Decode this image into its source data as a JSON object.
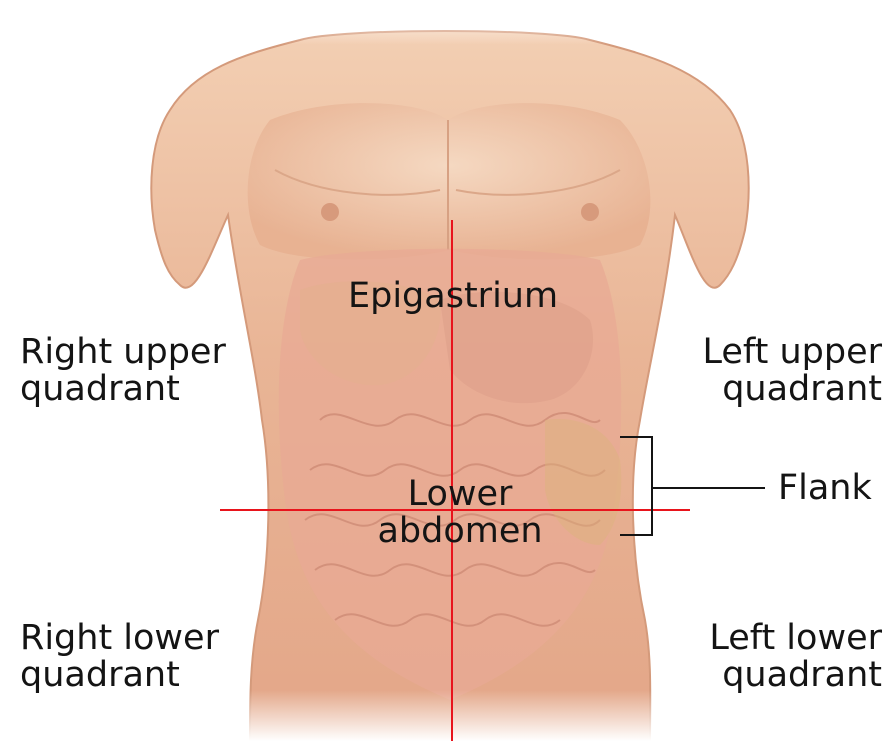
{
  "labels": {
    "epigastrium": "Epigastrium",
    "right_upper": [
      "Right upper",
      "quadrant"
    ],
    "left_upper": [
      "Left upper",
      "quadrant"
    ],
    "lower_abdomen": [
      "Lower",
      "abdomen"
    ],
    "flank": "Flank",
    "right_lower": [
      "Right lower",
      "quadrant"
    ],
    "left_lower": [
      "Left lower",
      "quadrant"
    ]
  },
  "colors": {
    "axis_lines": "#e8141c",
    "skin": "#e9b596",
    "text": "#141414"
  }
}
